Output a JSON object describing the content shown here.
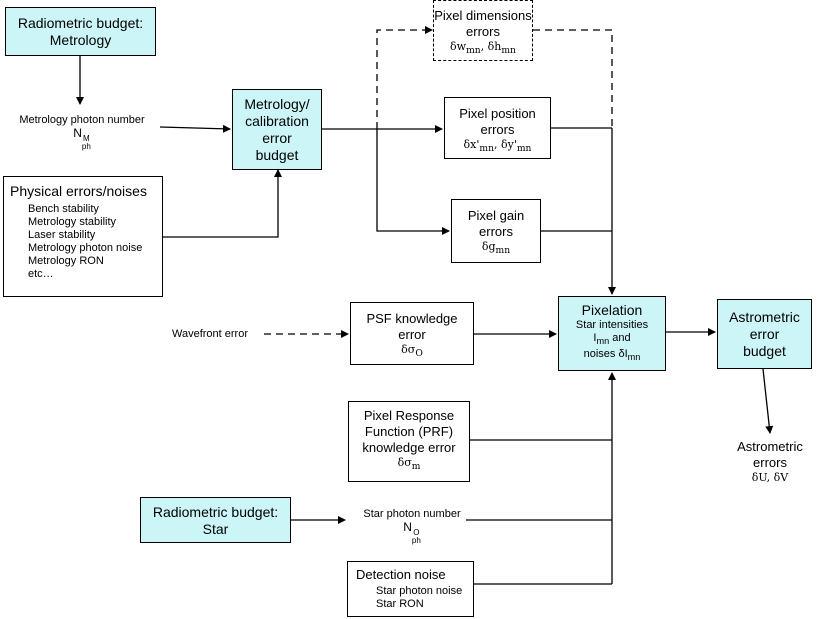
{
  "radiometric_metrology": [
    "Radiometric budget:",
    "Metrology"
  ],
  "metrology_photon": {
    "label": "Metrology photon number",
    "sym_base": "N",
    "sym_sup": "M",
    "sym_sub": "ph"
  },
  "metrology_calibration": [
    "Metrology/",
    "calibration",
    "error",
    "budget"
  ],
  "physical_errors": {
    "title": "Physical errors/noises",
    "items": [
      "Bench stability",
      "Metrology stability",
      "Laser stability",
      "Metrology photon noise",
      "Metrology RON",
      "etc…"
    ]
  },
  "pixel_dimensions": {
    "lines": [
      "Pixel dimensions",
      "errors"
    ],
    "sym": [
      "δw",
      "mn",
      ", δh",
      "mn"
    ]
  },
  "pixel_position": {
    "lines": [
      "Pixel position",
      "errors"
    ],
    "sym": [
      "δx'",
      "mn",
      ", δy'",
      "mn"
    ]
  },
  "pixel_gain": {
    "lines": [
      "Pixel gain",
      "errors"
    ],
    "sym": [
      "δg",
      "mn"
    ]
  },
  "wavefront": "Wavefront error",
  "psf": {
    "lines": [
      "PSF knowledge",
      "error"
    ],
    "sym": [
      "δσ",
      "O"
    ]
  },
  "pixelation": {
    "title": "Pixelation",
    "lines": [
      "Star intensities"
    ],
    "sym1": [
      "I",
      "mn",
      " and"
    ],
    "sym2": [
      "noises δI",
      "mn"
    ]
  },
  "astrometric_budget": [
    "Astrometric",
    "error",
    "budget"
  ],
  "astrometric_errors": {
    "lines": [
      "Astrometric",
      "errors"
    ],
    "sym": "δU, δV"
  },
  "prf": {
    "lines": [
      "Pixel Response",
      "Function (PRF)",
      "knowledge error"
    ],
    "sym": [
      "δσ",
      "m"
    ]
  },
  "radiometric_star": [
    "Radiometric budget:",
    "Star"
  ],
  "star_photon": {
    "label": "Star photon number",
    "sym_base": "N",
    "sym_sup": "O",
    "sym_sub": "ph"
  },
  "detection_noise": {
    "title": "Detection noise",
    "items": [
      "Star photon noise",
      "Star RON"
    ]
  }
}
